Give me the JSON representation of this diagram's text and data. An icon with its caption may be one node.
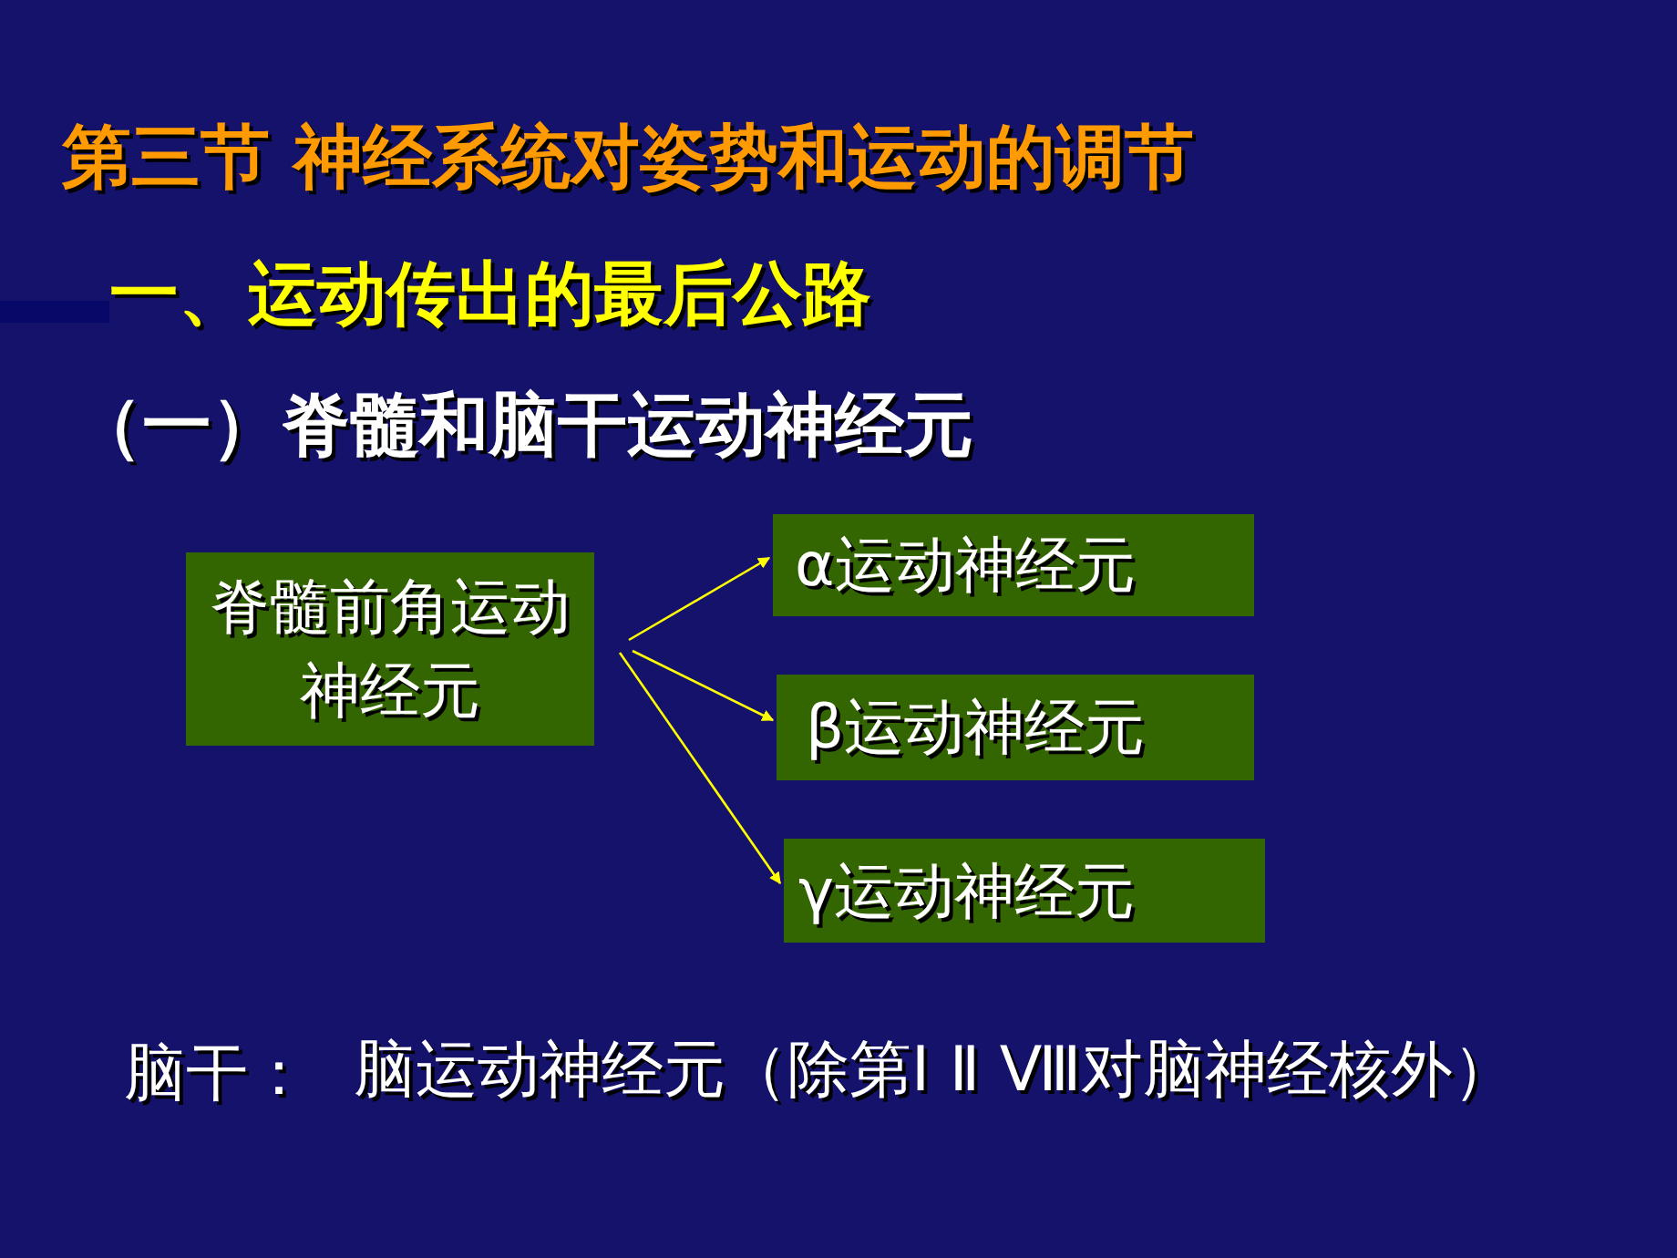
{
  "diagram": {
    "title": "第三节 神经系统对姿势和运动的调节",
    "nodes": [
      {
        "text": [
          "脊髓前角运动神经元"
        ]
      },
      {
        "text": [
          "α运动神经元"
        ]
      },
      {
        "text": [
          "β运动神经元"
        ]
      },
      {
        "text": [
          "γ运动神经元"
        ]
      }
    ],
    "edges": [
      {
        "from": 0,
        "to": 1,
        "arrow": "to"
      },
      {
        "from": 0,
        "to": 2,
        "arrow": "to"
      },
      {
        "from": 0,
        "to": 3,
        "arrow": "to"
      }
    ],
    "labels": [
      "一、运动传出的最后公路",
      "（一）脊髓和脑干运动神经元",
      "脑干：",
      "脑运动神经元（除第Ⅰ Ⅱ Ⅷ对脑神经核外）"
    ]
  }
}
